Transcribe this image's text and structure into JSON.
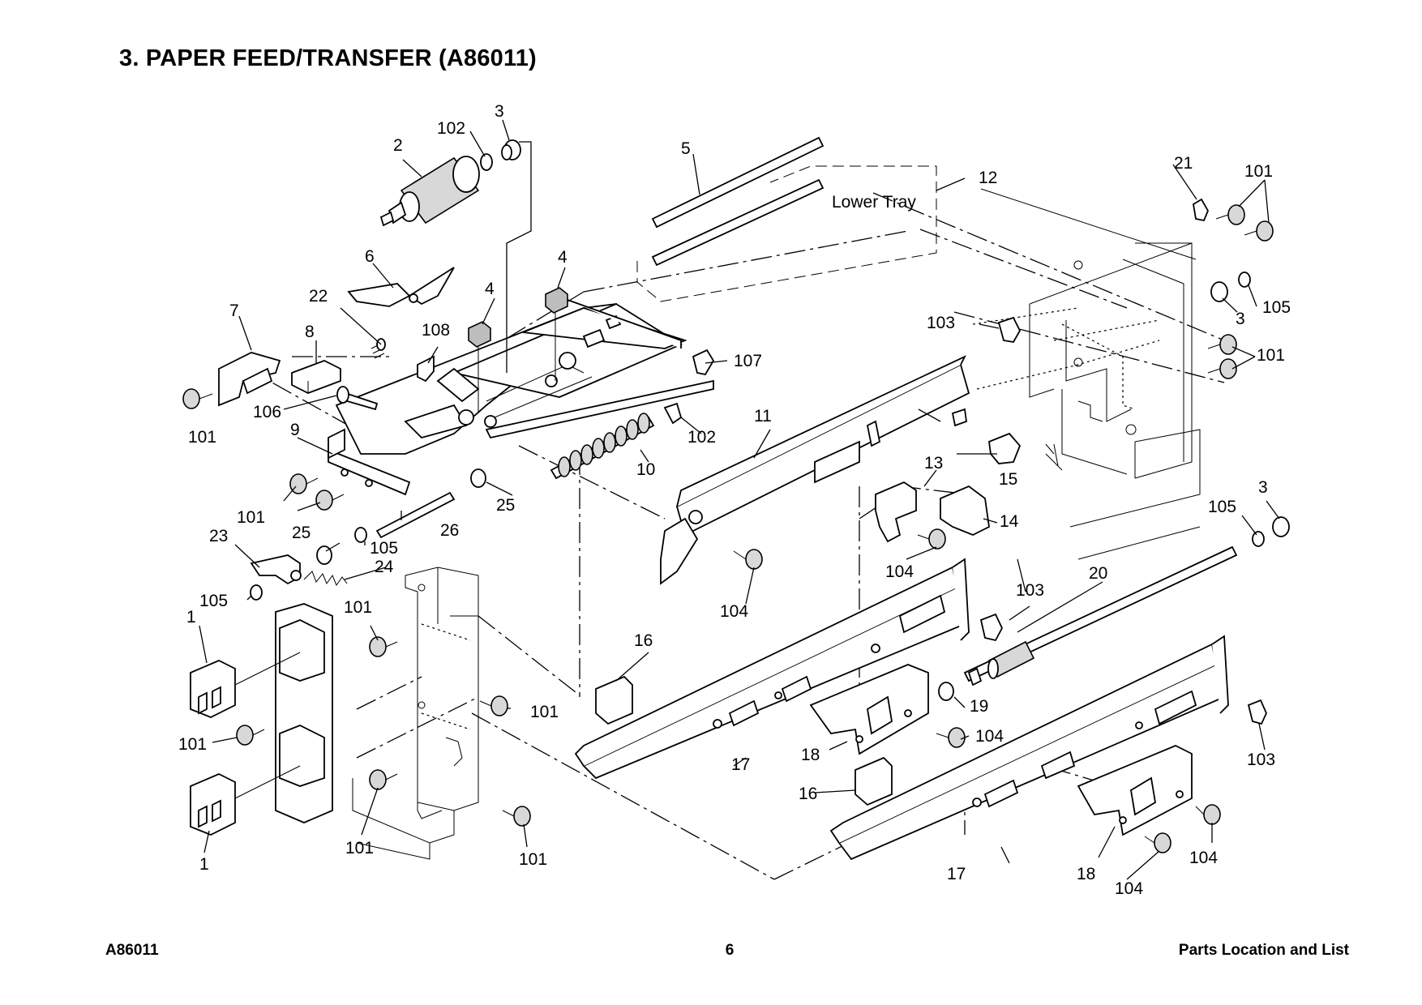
{
  "page": {
    "title": "3. PAPER FEED/TRANSFER (A86011)",
    "footer_left": "A86011",
    "footer_center": "6",
    "footer_right": "Parts Location and List"
  },
  "diagram": {
    "callout_text": "Lower Tray",
    "labels": [
      {
        "id": "lbl-1a",
        "text": "1"
      },
      {
        "id": "lbl-1b",
        "text": "1"
      },
      {
        "id": "lbl-2",
        "text": "2"
      },
      {
        "id": "lbl-3a",
        "text": "3"
      },
      {
        "id": "lbl-3b",
        "text": "3"
      },
      {
        "id": "lbl-3c",
        "text": "3"
      },
      {
        "id": "lbl-4a",
        "text": "4"
      },
      {
        "id": "lbl-4b",
        "text": "4"
      },
      {
        "id": "lbl-5",
        "text": "5"
      },
      {
        "id": "lbl-6",
        "text": "6"
      },
      {
        "id": "lbl-7",
        "text": "7"
      },
      {
        "id": "lbl-8",
        "text": "8"
      },
      {
        "id": "lbl-9",
        "text": "9"
      },
      {
        "id": "lbl-10",
        "text": "10"
      },
      {
        "id": "lbl-11",
        "text": "11"
      },
      {
        "id": "lbl-12",
        "text": "12"
      },
      {
        "id": "lbl-13",
        "text": "13"
      },
      {
        "id": "lbl-14",
        "text": "14"
      },
      {
        "id": "lbl-15",
        "text": "15"
      },
      {
        "id": "lbl-16a",
        "text": "16"
      },
      {
        "id": "lbl-16b",
        "text": "16"
      },
      {
        "id": "lbl-17a",
        "text": "17"
      },
      {
        "id": "lbl-17b",
        "text": "17"
      },
      {
        "id": "lbl-18a",
        "text": "18"
      },
      {
        "id": "lbl-18b",
        "text": "18"
      },
      {
        "id": "lbl-19",
        "text": "19"
      },
      {
        "id": "lbl-20",
        "text": "20"
      },
      {
        "id": "lbl-21",
        "text": "21"
      },
      {
        "id": "lbl-22",
        "text": "22"
      },
      {
        "id": "lbl-23",
        "text": "23"
      },
      {
        "id": "lbl-24",
        "text": "24"
      },
      {
        "id": "lbl-25a",
        "text": "25"
      },
      {
        "id": "lbl-25b",
        "text": "25"
      },
      {
        "id": "lbl-26",
        "text": "26"
      },
      {
        "id": "lbl-101a",
        "text": "101"
      },
      {
        "id": "lbl-101b",
        "text": "101"
      },
      {
        "id": "lbl-101c",
        "text": "101"
      },
      {
        "id": "lbl-101d",
        "text": "101"
      },
      {
        "id": "lbl-101e",
        "text": "101"
      },
      {
        "id": "lbl-101f",
        "text": "101"
      },
      {
        "id": "lbl-101g",
        "text": "101"
      },
      {
        "id": "lbl-101h",
        "text": "101"
      },
      {
        "id": "lbl-101i",
        "text": "101"
      },
      {
        "id": "lbl-102a",
        "text": "102"
      },
      {
        "id": "lbl-102b",
        "text": "102"
      },
      {
        "id": "lbl-103a",
        "text": "103"
      },
      {
        "id": "lbl-103b",
        "text": "103"
      },
      {
        "id": "lbl-103c",
        "text": "103"
      },
      {
        "id": "lbl-104a",
        "text": "104"
      },
      {
        "id": "lbl-104b",
        "text": "104"
      },
      {
        "id": "lbl-104c",
        "text": "104"
      },
      {
        "id": "lbl-104d",
        "text": "104"
      },
      {
        "id": "lbl-104e",
        "text": "104"
      },
      {
        "id": "lbl-105a",
        "text": "105"
      },
      {
        "id": "lbl-105b",
        "text": "105"
      },
      {
        "id": "lbl-105c",
        "text": "105"
      },
      {
        "id": "lbl-105d",
        "text": "105"
      },
      {
        "id": "lbl-106",
        "text": "106"
      },
      {
        "id": "lbl-107",
        "text": "107"
      },
      {
        "id": "lbl-108",
        "text": "108"
      }
    ]
  }
}
